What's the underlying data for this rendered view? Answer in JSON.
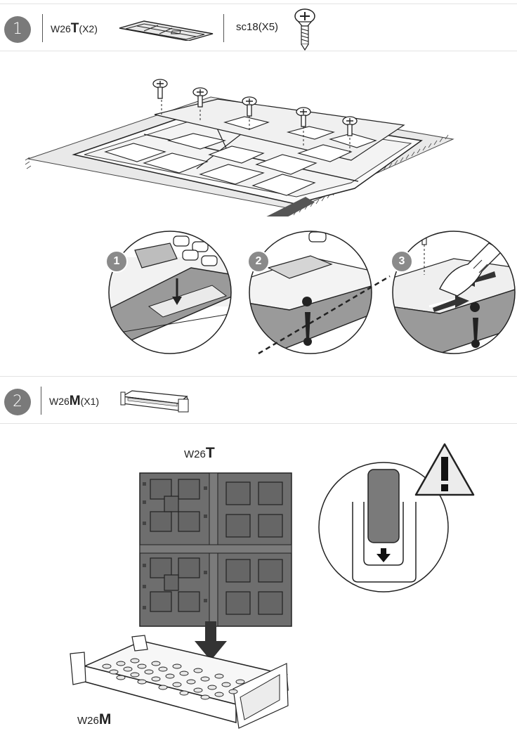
{
  "step1": {
    "number": "1",
    "part_code_prefix": "W26",
    "part_code_letter": "T",
    "part_qty": "(X2)",
    "screw_code": "sc18",
    "screw_qty": "(X5)"
  },
  "detail_steps": [
    "1",
    "2",
    "3"
  ],
  "step2": {
    "number": "2",
    "part_code_prefix": "W26",
    "part_code_letter": "M",
    "part_qty": "(X1)"
  },
  "labels": {
    "panel_prefix": "W26",
    "panel_letter": "T",
    "base_prefix": "W26",
    "base_letter": "M"
  },
  "colors": {
    "badge": "#7a7a7a",
    "panel_dark": "#6e6e6e",
    "panel_light": "#e8e8e8"
  }
}
